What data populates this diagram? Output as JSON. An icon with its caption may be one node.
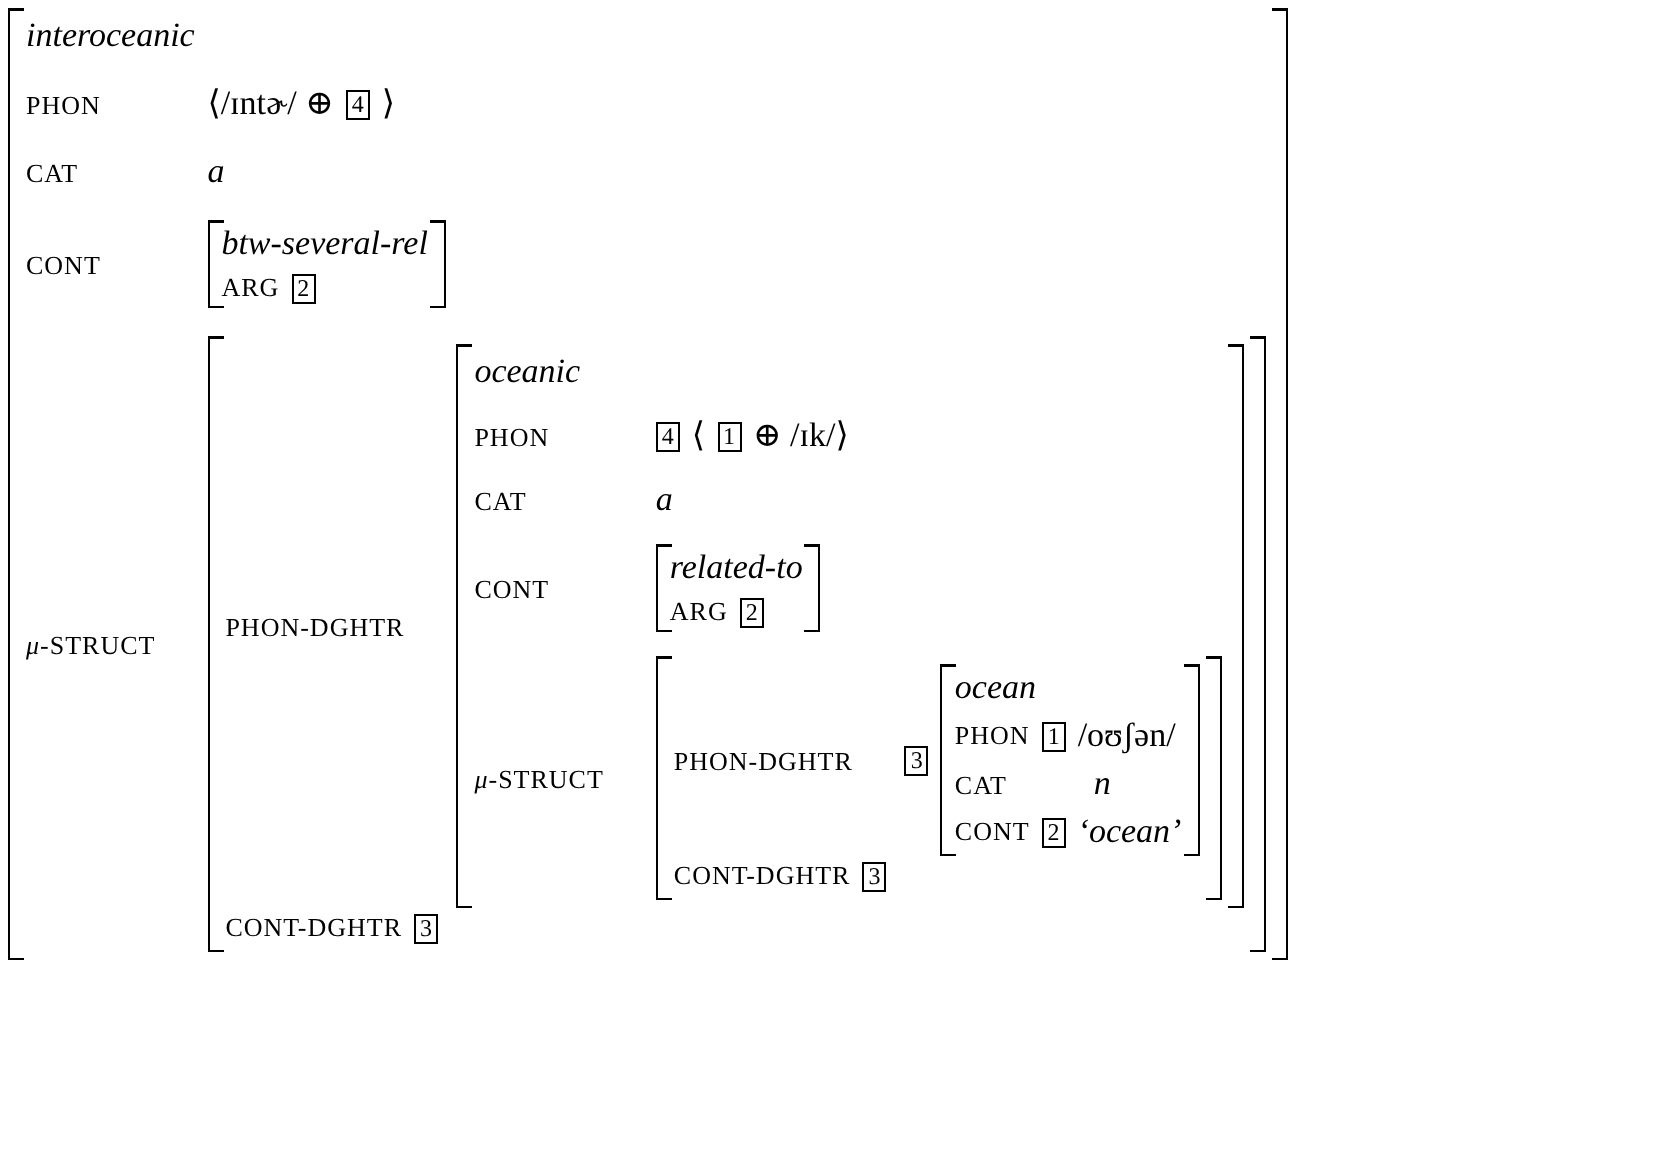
{
  "diagram": {
    "nodes": [
      {
        "text": [
          "interoceanic",
          "PHON",
          "⟨/ɪntɚ/ ⊕",
          "⟩",
          "CAT",
          "a",
          "CONT",
          "*μ*-STRUCT"
        ]
      },
      {
        "text": [
          "4"
        ],
        "in": 0
      },
      {
        "text": [
          "btw-several-rel",
          "ARG"
        ],
        "in": 0
      },
      {
        "text": [
          "2"
        ],
        "in": 2
      },
      {
        "text": [
          "PHON-DGHTR",
          "CONT-DGHTR"
        ],
        "in": 0
      },
      {
        "text": [
          "oceanic",
          "PHON",
          "⟨",
          "⊕ /ɪk/⟩",
          "CAT",
          "a",
          "CONT",
          "*μ*-STRUCT"
        ],
        "in": 4
      },
      {
        "text": [
          "4"
        ],
        "in": 5
      },
      {
        "text": [
          "1"
        ],
        "in": 5
      },
      {
        "text": [
          "related-to",
          "ARG"
        ],
        "in": 5
      },
      {
        "text": [
          "2"
        ],
        "in": 8
      },
      {
        "text": [
          "PHON-DGHTR",
          "CONT-DGHTR"
        ],
        "in": 5
      },
      {
        "text": [
          "3"
        ],
        "in": 10
      },
      {
        "text": [
          "ocean",
          "PHON",
          "/oʊʃən/",
          "CAT",
          "n",
          "CONT",
          "‘ocean’"
        ],
        "in": 10
      },
      {
        "text": [
          "1"
        ],
        "in": 12
      },
      {
        "text": [
          "2"
        ],
        "in": 12
      },
      {
        "text": [
          "3"
        ],
        "in": 10
      },
      {
        "text": [
          "3"
        ],
        "in": 4
      }
    ]
  }
}
